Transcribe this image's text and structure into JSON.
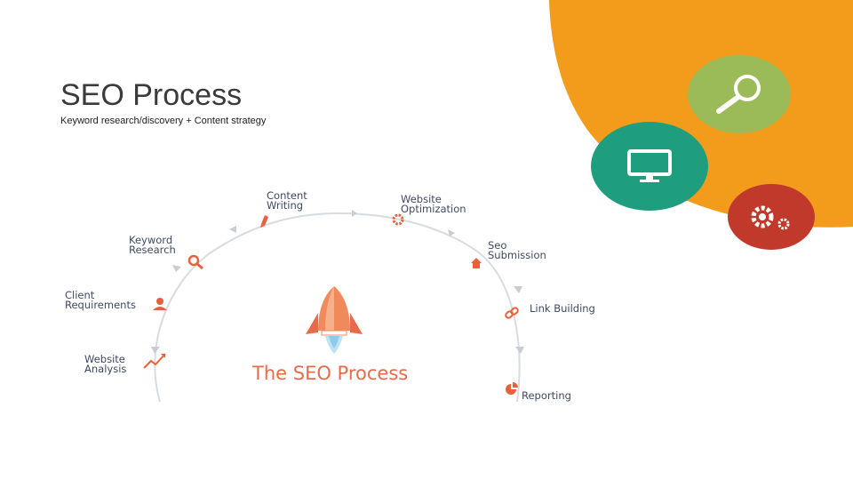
{
  "slide": {
    "title": "SEO Process",
    "subtitle": "Keyword research/discovery + Content strategy"
  },
  "diagram": {
    "center_title": "The SEO Process",
    "steps": [
      {
        "label": "Website\nAnalysis",
        "icon": "chart-trend-icon"
      },
      {
        "label": "Client\nRequirements",
        "icon": "person-icon"
      },
      {
        "label": "Keyword\nResearch",
        "icon": "magnifier-icon"
      },
      {
        "label": "Content\nWriting",
        "icon": "pencil-icon"
      },
      {
        "label": "Website\nOptimization",
        "icon": "gear-icon"
      },
      {
        "label": "Seo\nSubmission",
        "icon": "home-icon"
      },
      {
        "label": "Link Building",
        "icon": "chain-link-icon"
      },
      {
        "label": "Reporting",
        "icon": "pie-chart-icon"
      }
    ]
  },
  "decoration": {
    "circles": [
      {
        "icon": "search-icon",
        "color": "#9bbb59"
      },
      {
        "icon": "monitor-icon",
        "color": "#1e9e7e"
      },
      {
        "icon": "gears-icon",
        "color": "#c0392b"
      }
    ],
    "corner_color": "#f39c1c"
  },
  "colors": {
    "step_icon": "#e8603c",
    "label_text": "#3e4a63",
    "arc": "#d8dbe0",
    "rocket": "#f08a5d"
  }
}
